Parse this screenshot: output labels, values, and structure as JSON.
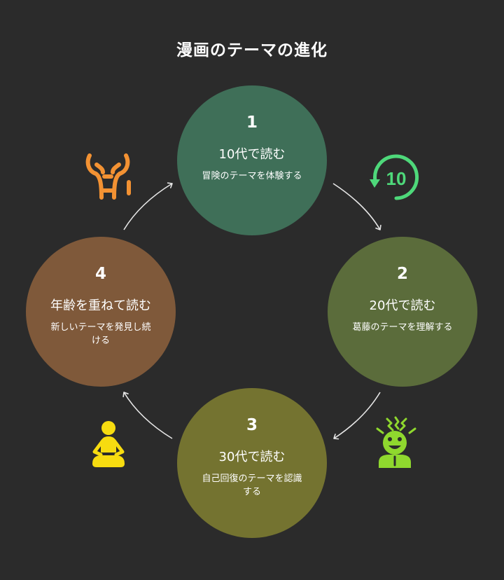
{
  "title": "漫画のテーマの進化",
  "stages": [
    {
      "number": "1",
      "heading": "10代で読む",
      "description": "冒険のテーマを体験する"
    },
    {
      "number": "2",
      "heading": "20代で読む",
      "description": "葛藤のテーマを理解する"
    },
    {
      "number": "3",
      "heading": "30代で読む",
      "description": "自己回復のテーマを認識する"
    },
    {
      "number": "4",
      "heading": "年齢を重ねて読む",
      "description": "新しいテーマを発見し続ける"
    }
  ],
  "icons": {
    "stage1": "stressed-figure-icon",
    "stage2": "replay-10-icon",
    "stage3": "anxious-face-icon",
    "stage4": "meditation-icon"
  },
  "icon_text": {
    "replay": "10"
  },
  "colors": {
    "background": "#2b2b2b",
    "stage1": "#3f6f58",
    "stage2": "#5b6c3b",
    "stage3": "#747330",
    "stage4": "#7f593a",
    "icon_orange": "#f39233",
    "icon_green": "#4ed87a",
    "icon_lime": "#8fd82e",
    "icon_yellow": "#f7dc10"
  }
}
